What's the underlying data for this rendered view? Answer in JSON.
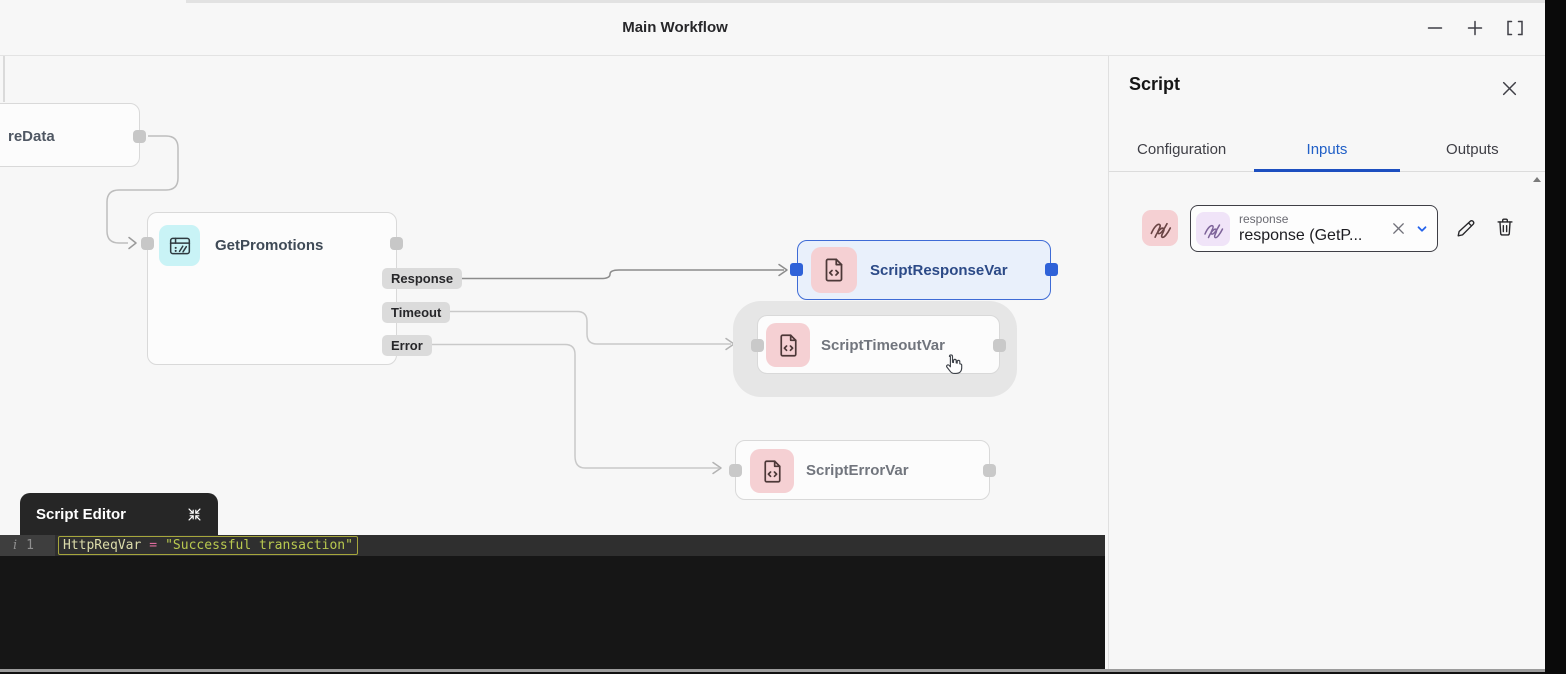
{
  "titlebar": {
    "title": "Main Workflow"
  },
  "canvas": {
    "nodes": {
      "redata": {
        "label": "reData"
      },
      "getpromotions": {
        "label": "GetPromotions",
        "outputs": [
          "Response",
          "Timeout",
          "Error"
        ]
      },
      "response_var": {
        "label": "ScriptResponseVar"
      },
      "timeout_var": {
        "label": "ScriptTimeoutVar"
      },
      "error_var": {
        "label": "ScriptErrorVar"
      }
    }
  },
  "script_editor": {
    "tab": "Script Editor",
    "gutter_icon": "i",
    "line_number": "1",
    "code_variable": "HttpReqVar",
    "code_operator": "=",
    "code_string": "\"Successful transaction\""
  },
  "panel": {
    "title": "Script",
    "tabs": {
      "configuration": "Configuration",
      "inputs": "Inputs",
      "outputs": "Outputs"
    },
    "input_row": {
      "label": "response",
      "value": "response (GetP..."
    }
  },
  "colors": {
    "accent_blue": "#2563cb",
    "tab_underline": "#1d4fc0",
    "selected_node_border": "#3e6bd6",
    "selected_node_bg": "#e9f0fb",
    "pink_icon_bg": "#f5d0d3",
    "cyan_icon_bg": "#c9f3f6",
    "lavender_icon_bg": "#f0e4f8",
    "string_token": "#b9c94f",
    "operator_token": "#e06c9f",
    "variable_token": "#dcdcaa"
  }
}
